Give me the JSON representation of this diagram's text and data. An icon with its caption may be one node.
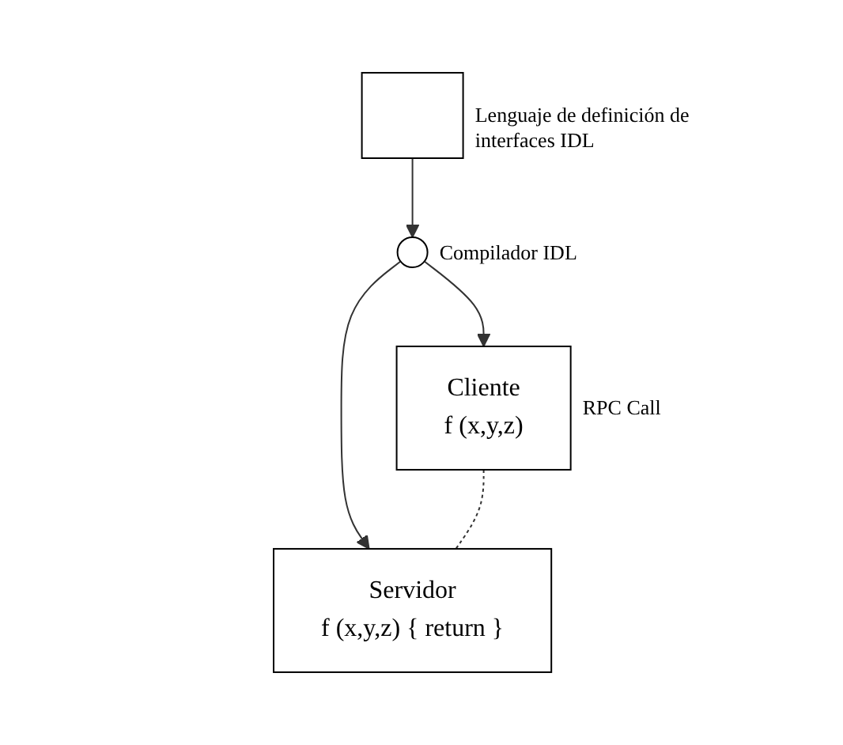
{
  "diagram": {
    "nodes": [
      {
        "text": [],
        "shape": "box",
        "beside": [
          "Lenguaje de definición de interfaces IDL"
        ]
      },
      {
        "text": [],
        "shape": "circle",
        "beside": [
          "Compilador IDL"
        ]
      },
      {
        "text": [
          "Cliente",
          "f (x,y,z)"
        ],
        "beside": [
          "RPC Call"
        ]
      },
      {
        "text": [
          "Servidor",
          "f (x,y,z) { return }"
        ]
      }
    ],
    "edges": [
      {
        "from": 0,
        "to": 1,
        "arrow": "to"
      },
      {
        "from": 1,
        "to": 2,
        "arrow": "to"
      },
      {
        "from": 1,
        "to": 3,
        "arrow": "to"
      },
      {
        "from": 2,
        "to": 3,
        "arrow": "none",
        "style": "dashed"
      }
    ]
  }
}
